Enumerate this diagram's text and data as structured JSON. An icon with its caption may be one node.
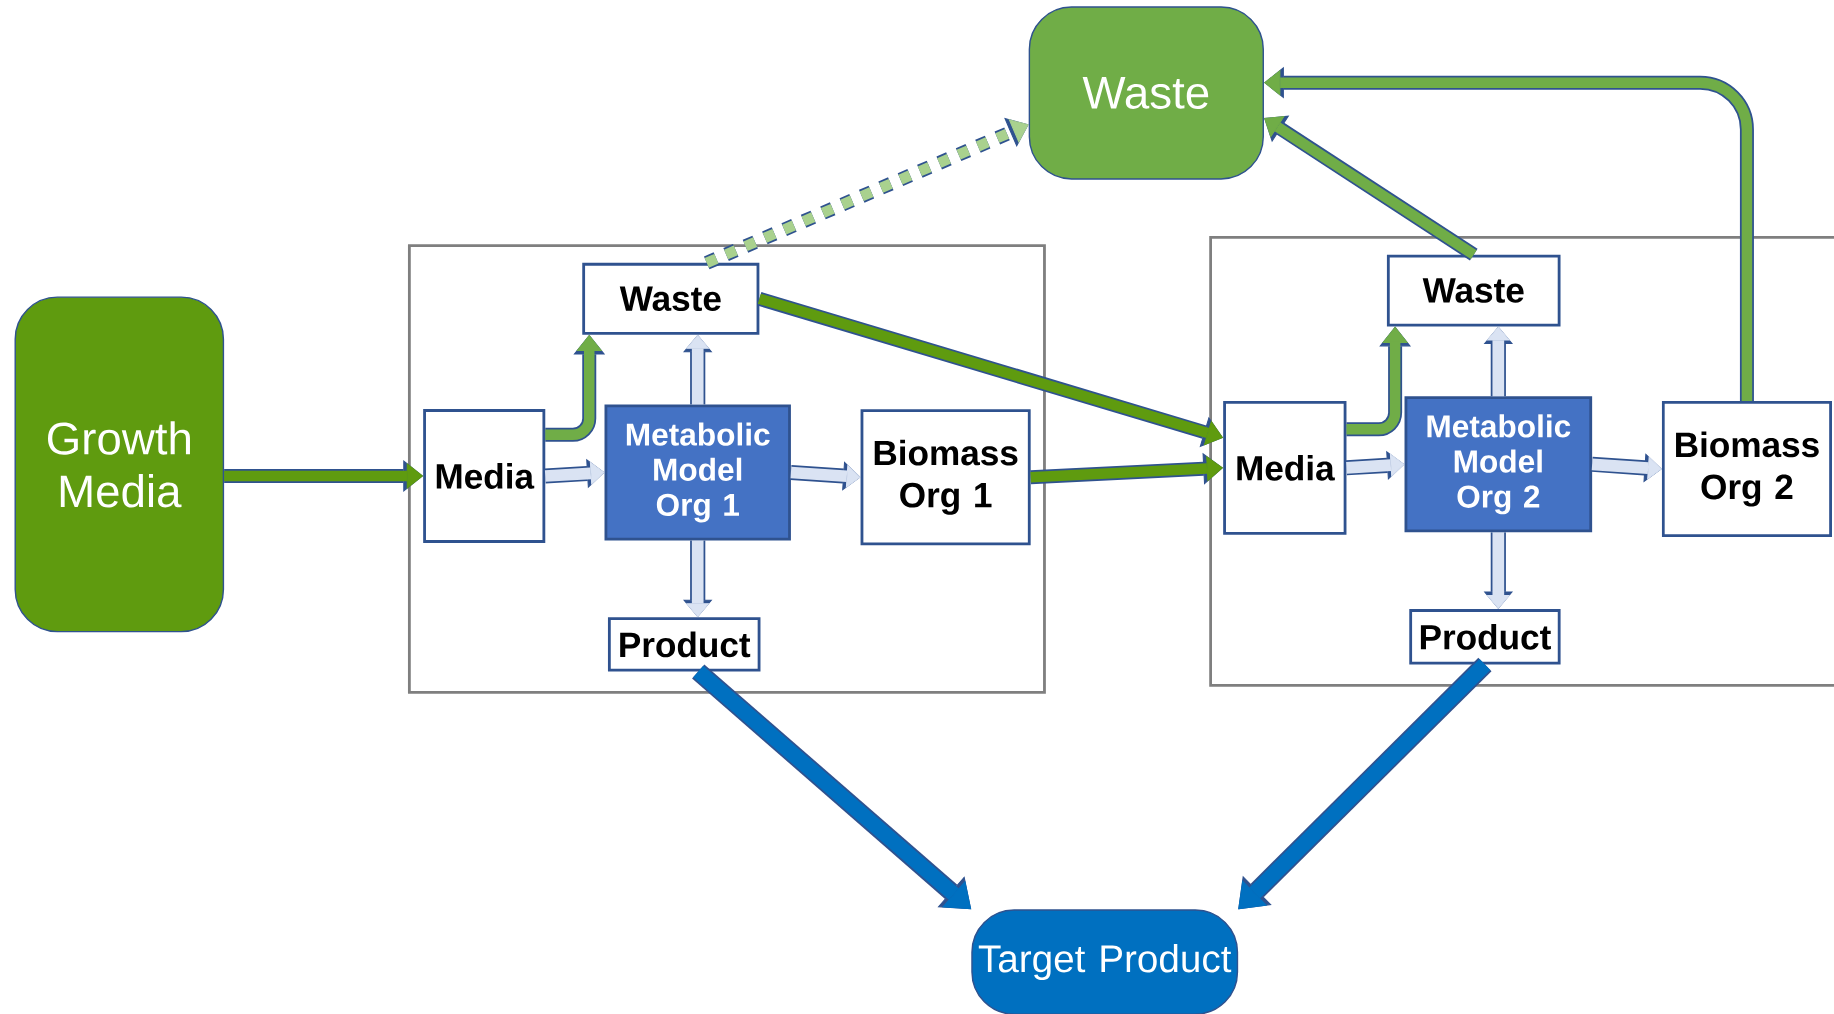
{
  "diagram": {
    "nodes": [
      {
        "text": [
          "Growth Media"
        ]
      },
      {
        "text": [
          "Waste"
        ]
      },
      {
        "text": [],
        "shape": "box"
      },
      {
        "text": [
          "Waste"
        ],
        "in": 2
      },
      {
        "text": [
          "Media"
        ],
        "in": 2
      },
      {
        "text": [
          "Metabolic Model Org 1"
        ],
        "in": 2
      },
      {
        "text": [
          "Biomass Org 1"
        ],
        "in": 2
      },
      {
        "text": [
          "Product"
        ],
        "in": 2
      },
      {
        "text": [],
        "shape": "box"
      },
      {
        "text": [
          "Waste"
        ],
        "in": 8
      },
      {
        "text": [
          "Media"
        ],
        "in": 8
      },
      {
        "text": [
          "Metabolic Model Org 2"
        ],
        "in": 8
      },
      {
        "text": [
          "Biomass Org 2"
        ],
        "in": 8
      },
      {
        "text": [
          "Product"
        ],
        "in": 8
      },
      {
        "text": [
          "Target Product"
        ]
      }
    ],
    "edges": [
      {
        "from": 0,
        "to": 4,
        "arrow": "to",
        "color": "#5f9b0f"
      },
      {
        "from": 4,
        "to": 3,
        "arrow": "to",
        "color": "#70ad47"
      },
      {
        "from": 4,
        "to": 5,
        "arrow": "to"
      },
      {
        "from": 5,
        "to": 3,
        "arrow": "to"
      },
      {
        "from": 5,
        "to": 6,
        "arrow": "to"
      },
      {
        "from": 5,
        "to": 7,
        "arrow": "to"
      },
      {
        "from": 3,
        "to": 1,
        "arrow": "to",
        "style": "dashed",
        "color": "#a9d18e"
      },
      {
        "from": 3,
        "to": 10,
        "arrow": "to",
        "color": "#5f9b0f"
      },
      {
        "from": 6,
        "to": 10,
        "arrow": "to",
        "color": "#5f9b0f"
      },
      {
        "from": 7,
        "to": 14,
        "arrow": "to",
        "color": "#0070c0"
      },
      {
        "from": 10,
        "to": 9,
        "arrow": "to",
        "color": "#70ad47"
      },
      {
        "from": 10,
        "to": 11,
        "arrow": "to"
      },
      {
        "from": 11,
        "to": 9,
        "arrow": "to"
      },
      {
        "from": 11,
        "to": 12,
        "arrow": "to"
      },
      {
        "from": 11,
        "to": 13,
        "arrow": "to"
      },
      {
        "from": 9,
        "to": 1,
        "arrow": "to",
        "color": "#70ad47"
      },
      {
        "from": 12,
        "to": 1,
        "arrow": "to",
        "color": "#70ad47"
      },
      {
        "from": 13,
        "to": 14,
        "arrow": "to",
        "color": "#0070c0"
      }
    ]
  }
}
